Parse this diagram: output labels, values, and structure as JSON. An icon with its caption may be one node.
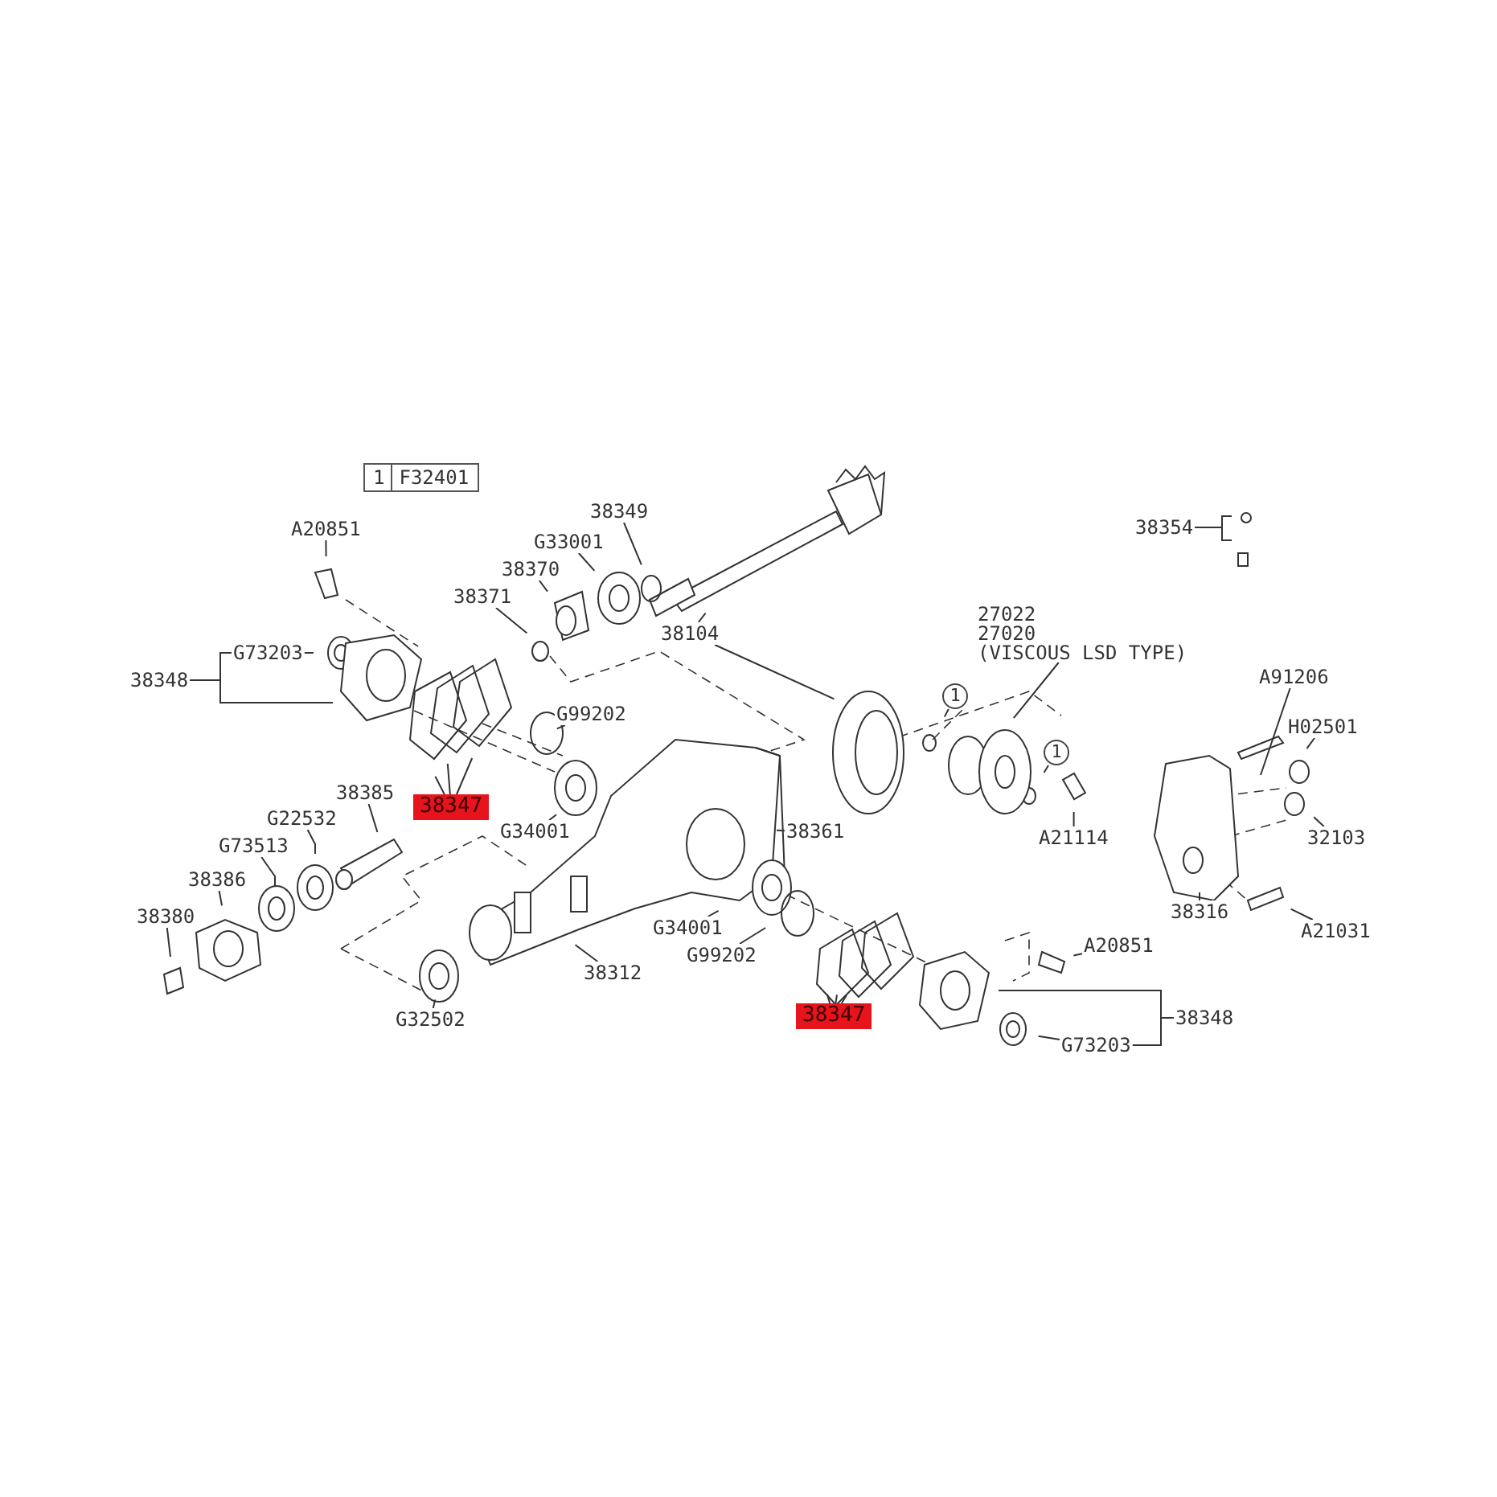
{
  "diagram": {
    "nodes": [
      {
        "text": [
          "1",
          "F32401"
        ]
      },
      {
        "text": [
          "38349"
        ]
      },
      {
        "text": [
          "G33001"
        ]
      },
      {
        "text": [
          "A20851"
        ]
      },
      {
        "text": [
          "38370"
        ]
      },
      {
        "text": [
          "38354"
        ]
      },
      {
        "text": [
          "38371"
        ]
      },
      {
        "text": [
          "38104"
        ]
      },
      {
        "text": [
          "27022",
          "27020",
          "(VISCOUS LSD TYPE)"
        ]
      },
      {
        "text": [
          "38348"
        ]
      },
      {
        "text": [
          "G73203"
        ]
      },
      {
        "text": [
          "A91206"
        ]
      },
      {
        "text": [
          "G99202"
        ]
      },
      {
        "text": [
          "H02501"
        ]
      },
      {
        "text": [
          "1"
        ]
      },
      {
        "text": [
          "1"
        ]
      },
      {
        "text": [
          "38347"
        ]
      },
      {
        "text": [
          "38385"
        ]
      },
      {
        "text": [
          "G34001"
        ]
      },
      {
        "text": [
          "38361"
        ]
      },
      {
        "text": [
          "G22532"
        ]
      },
      {
        "text": [
          "A21114"
        ]
      },
      {
        "text": [
          "32103"
        ]
      },
      {
        "text": [
          "G73513"
        ]
      },
      {
        "text": [
          "38386"
        ]
      },
      {
        "text": [
          "38316"
        ]
      },
      {
        "text": [
          "A21031"
        ]
      },
      {
        "text": [
          "38380"
        ]
      },
      {
        "text": [
          "G34001"
        ]
      },
      {
        "text": [
          "G99202"
        ]
      },
      {
        "text": [
          "A20851"
        ]
      },
      {
        "text": [
          "38312"
        ]
      },
      {
        "text": [
          "G32502"
        ]
      },
      {
        "text": [
          "38347"
        ]
      },
      {
        "text": [
          "38348"
        ]
      },
      {
        "text": [
          "G73203"
        ]
      }
    ],
    "edges": [
      {
        "from": 1,
        "to": null,
        "arrow": "none"
      },
      {
        "from": 2,
        "to": null,
        "arrow": "none"
      },
      {
        "from": 3,
        "to": null,
        "arrow": "none"
      },
      {
        "from": 4,
        "to": null,
        "arrow": "none"
      },
      {
        "from": 5,
        "to": null,
        "arrow": "none"
      },
      {
        "from": 5,
        "to": null,
        "arrow": "none"
      },
      {
        "from": 6,
        "to": null,
        "arrow": "none"
      },
      {
        "from": 7,
        "to": null,
        "arrow": "none"
      },
      {
        "from": 7,
        "to": null,
        "arrow": "none"
      },
      {
        "from": 8,
        "to": null,
        "arrow": "none"
      },
      {
        "from": 9,
        "to": 10,
        "arrow": "none"
      },
      {
        "from": 9,
        "to": null,
        "arrow": "none"
      },
      {
        "from": 10,
        "to": null,
        "arrow": "none"
      },
      {
        "from": 11,
        "to": null,
        "arrow": "none"
      },
      {
        "from": 12,
        "to": null,
        "arrow": "none"
      },
      {
        "from": 13,
        "to": null,
        "arrow": "none"
      },
      {
        "from": 14,
        "to": null,
        "arrow": "none"
      },
      {
        "from": 15,
        "to": null,
        "arrow": "none"
      },
      {
        "from": 16,
        "to": null,
        "arrow": "none"
      },
      {
        "from": 16,
        "to": null,
        "arrow": "none"
      },
      {
        "from": 16,
        "to": null,
        "arrow": "none"
      },
      {
        "from": 17,
        "to": null,
        "arrow": "none"
      },
      {
        "from": 18,
        "to": null,
        "arrow": "none"
      },
      {
        "from": 19,
        "to": null,
        "arrow": "none"
      },
      {
        "from": 20,
        "to": null,
        "arrow": "none"
      },
      {
        "from": 21,
        "to": null,
        "arrow": "none"
      },
      {
        "from": 22,
        "to": null,
        "arrow": "none"
      },
      {
        "from": 23,
        "to": null,
        "arrow": "none"
      },
      {
        "from": 24,
        "to": null,
        "arrow": "none"
      },
      {
        "from": 25,
        "to": null,
        "arrow": "none"
      },
      {
        "from": 26,
        "to": null,
        "arrow": "none"
      },
      {
        "from": 27,
        "to": null,
        "arrow": "none"
      },
      {
        "from": 28,
        "to": null,
        "arrow": "none"
      },
      {
        "from": 29,
        "to": null,
        "arrow": "none"
      },
      {
        "from": 30,
        "to": null,
        "arrow": "none"
      },
      {
        "from": 31,
        "to": null,
        "arrow": "none"
      },
      {
        "from": 32,
        "to": null,
        "arrow": "none"
      },
      {
        "from": 33,
        "to": null,
        "arrow": "none"
      },
      {
        "from": 33,
        "to": null,
        "arrow": "none"
      },
      {
        "from": 33,
        "to": null,
        "arrow": "none"
      },
      {
        "from": 34,
        "to": null,
        "arrow": "none"
      },
      {
        "from": 34,
        "to": 35,
        "arrow": "none"
      },
      {
        "from": 35,
        "to": null,
        "arrow": "none"
      }
    ]
  }
}
